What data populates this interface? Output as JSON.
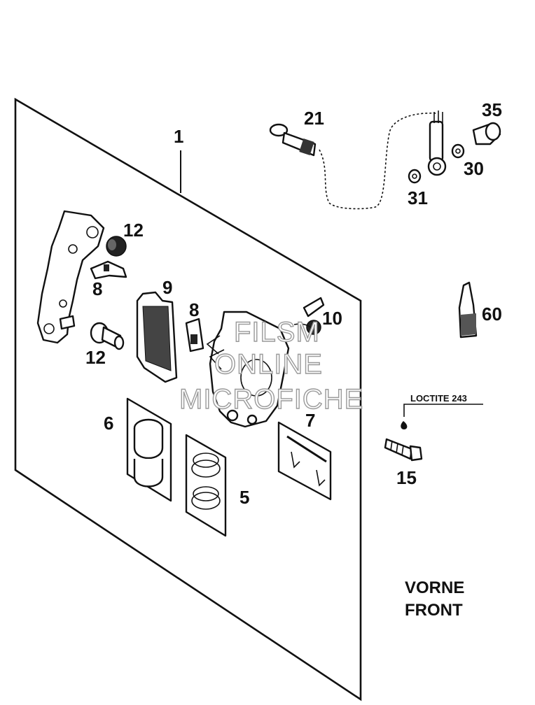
{
  "labels": {
    "p1": "1",
    "p21": "21",
    "p35": "35",
    "p30": "30",
    "p31": "31",
    "p12a": "12",
    "p8a": "8",
    "p9": "9",
    "p8b": "8",
    "p10": "10",
    "p12b": "12",
    "p60": "60",
    "p6": "6",
    "p7": "7",
    "p5": "5",
    "p15": "15"
  },
  "annotation": {
    "loctite": "LOCTITE 243"
  },
  "caption": {
    "line1": "VORNE",
    "line2": "FRONT"
  },
  "watermark": {
    "line1": "FILSM",
    "line2": "ONLINE",
    "line3": "MICROFICHE"
  }
}
